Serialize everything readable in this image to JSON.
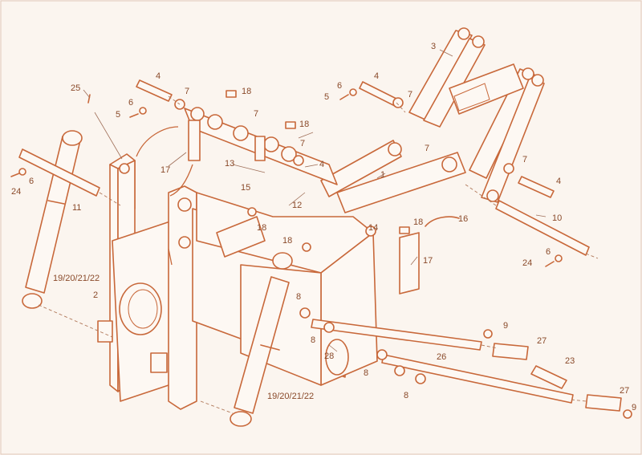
{
  "colors": {
    "background": "#fbf5ef",
    "line": "#c8683a",
    "label": "#8a4a2a"
  },
  "labels": {
    "l1": "1",
    "l2": "2",
    "l3": "3",
    "l4a": "4",
    "l4b": "4",
    "l4c": "4",
    "l4d": "4",
    "l5a": "5",
    "l5b": "5",
    "l6a": "6",
    "l6b": "6",
    "l6c": "6",
    "l6d": "6",
    "l7a": "7",
    "l7b": "7",
    "l7c": "7",
    "l7d": "7",
    "l7e": "7",
    "l7f": "7",
    "l8a": "8",
    "l8b": "8",
    "l8c": "8",
    "l8d": "8",
    "l9a": "9",
    "l9b": "9",
    "l10": "10",
    "l11": "11",
    "l12": "12",
    "l13": "13",
    "l14": "14",
    "l15": "15",
    "l16": "16",
    "l17a": "17",
    "l17b": "17",
    "l18a": "18",
    "l18b": "18",
    "l18c": "18",
    "l18d": "18",
    "l18e": "18",
    "l19a": "19/20/21/22",
    "l19b": "19/20/21/22",
    "l23": "23",
    "l24a": "24",
    "l24b": "24",
    "l25": "25",
    "l26": "26",
    "l27a": "27",
    "l27b": "27",
    "l28": "28"
  }
}
